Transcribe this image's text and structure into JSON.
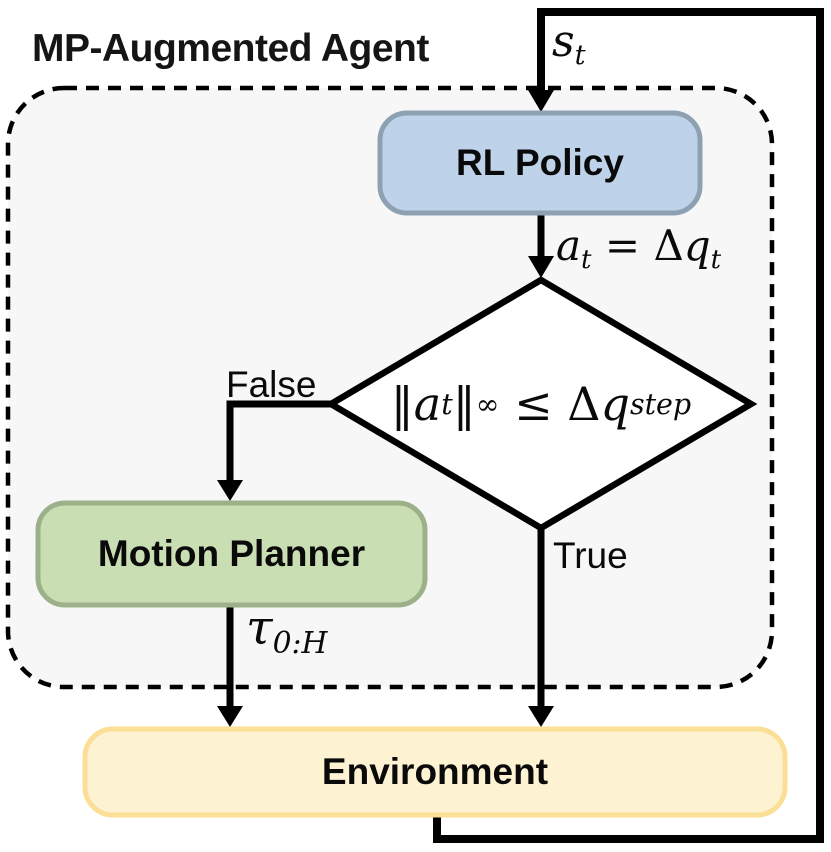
{
  "title": "MP-Augmented Agent",
  "colors": {
    "container_fill": "#f7f7f8",
    "container_border": "#000000",
    "line": "#000000",
    "rl_fill": "#bed3e9",
    "rl_border": "#8da1b2",
    "mp_fill": "#cadeb3",
    "mp_border": "#9cb089",
    "env_fill": "#fdf3d3",
    "env_border": "#fbdf96",
    "decision_fill": "#ffffff",
    "decision_border": "#000000",
    "text": "#0a0a0a"
  },
  "nodes": {
    "rl_policy": "RL Policy",
    "motion_planner": "Motion Planner",
    "environment": "Environment"
  },
  "labels": {
    "state": {
      "var": "s",
      "sub": "t"
    },
    "action": {
      "var1": "a",
      "sub1": "t",
      "eq": "=",
      "delta": "Δ",
      "var2": "q",
      "sub2": "t"
    },
    "condition": {
      "lbar": "‖",
      "var1": "a",
      "sub1": "t",
      "rbar": "‖",
      "normsub": "∞",
      "rel": "≤",
      "delta": "Δ",
      "var2": "q",
      "sub2": "step"
    },
    "branch_false": "False",
    "branch_true": "True",
    "trajectory": {
      "var": "τ",
      "sub": "0:H"
    }
  }
}
